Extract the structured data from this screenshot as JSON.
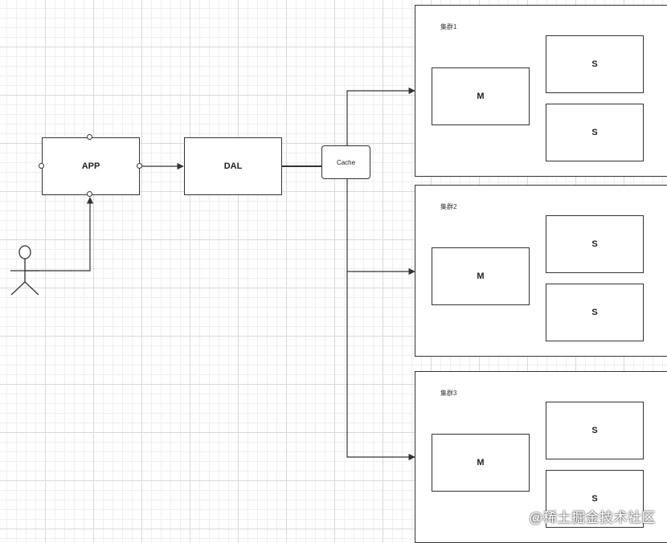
{
  "nodes": {
    "app": "APP",
    "dal": "DAL",
    "cache": "Cache"
  },
  "clusters": [
    {
      "label": "集群1",
      "master": "M",
      "slaves": [
        "S",
        "S"
      ]
    },
    {
      "label": "集群2",
      "master": "M",
      "slaves": [
        "S",
        "S"
      ]
    },
    {
      "label": "集群3",
      "master": "M",
      "slaves": [
        "S",
        "S"
      ]
    }
  ],
  "watermark": "@稀土掘金技术社区"
}
